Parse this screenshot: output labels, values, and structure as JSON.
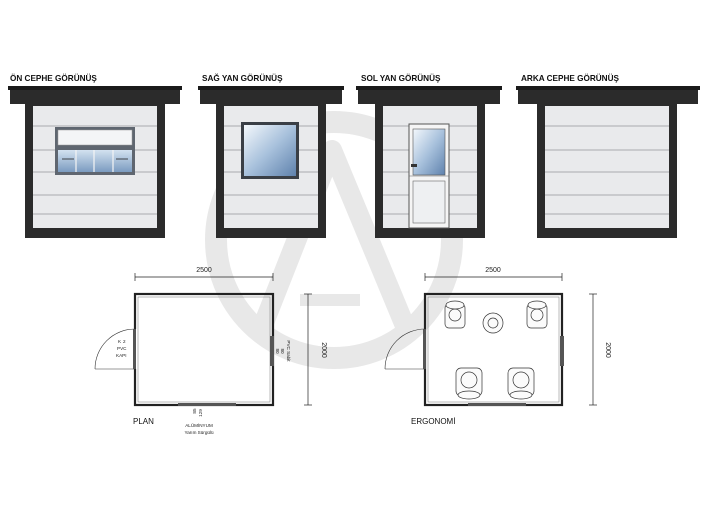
{
  "views": {
    "front": "ÖN CEPHE GÖRÜNÜŞ",
    "right": "SAĞ YAN GÖRÜNÜŞ",
    "left": "SOL YAN GÖRÜNÜŞ",
    "back": "ARKA CEPHE GÖRÜNÜŞ"
  },
  "plan": {
    "title": "PLAN",
    "width": "2500",
    "depth": "2000",
    "door_code": "K",
    "door_code_value": "2",
    "door_type": "PVC",
    "door_label": "KAPI",
    "right_window_type": "PVC Sabit",
    "right_window_w": "80",
    "right_window_h": "80",
    "bottom_window_w": "85",
    "bottom_window_h": "129",
    "bottom_window_type": "ALÜMİNYUM",
    "bottom_window_kind": "Yarım Sürgülü"
  },
  "ergonomics": {
    "title": "ERGONOMİ",
    "width": "2500",
    "depth": "2000"
  },
  "colors": {
    "frame": "#2b2b2b",
    "panel": "#e9eaec",
    "panel_line": "#a9abae",
    "glass_top": "#c6d8ea",
    "glass_bottom": "#7f9ec1",
    "watermark": "#e6e6e6"
  },
  "icons": [
    "watermark-logo-icon",
    "chair-icon",
    "table-icon",
    "door-swing-icon"
  ]
}
